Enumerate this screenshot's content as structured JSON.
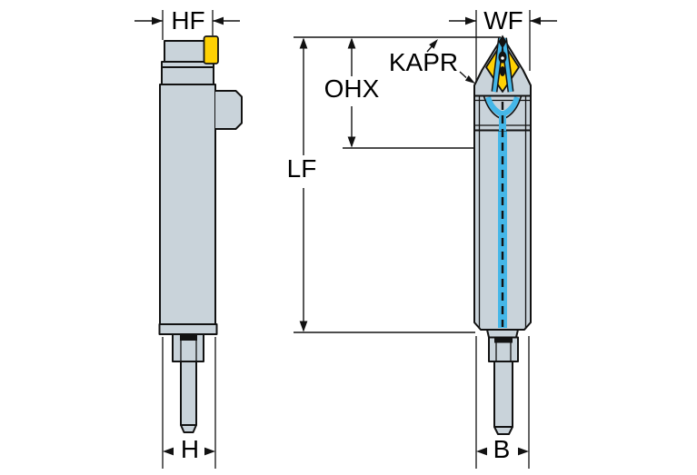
{
  "diagram": {
    "labels": {
      "hf": "HF",
      "wf": "WF",
      "kapr": "KAPR",
      "ohx": "OHX",
      "lf": "LF",
      "h": "H",
      "b": "B"
    },
    "colors": {
      "body": "#c9d3da",
      "insert": "#ffd103",
      "coolant": "#45b7e8",
      "line": "#121212",
      "background": "#ffffff"
    }
  }
}
